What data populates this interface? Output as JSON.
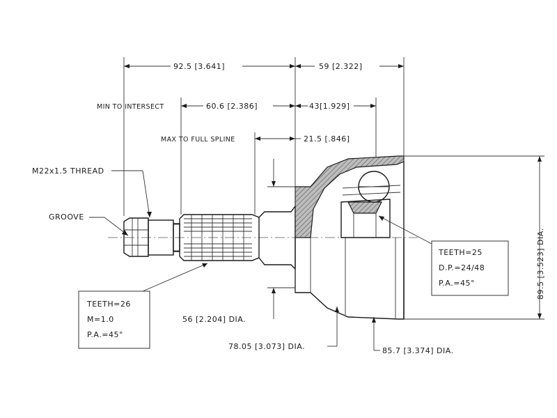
{
  "dimensions": {
    "overall_left": "92.5 [3.641]",
    "overall_right": "59 [2.322]",
    "min_to_intersect_label": "MIN TO INTERSECT",
    "min_to_intersect": "60.6 [2.386]",
    "right_43": "43[1.929]",
    "max_to_full_spline_label": "MAX TO FULL SPLINE",
    "max_to_full_spline": "21.5 [.846]",
    "dia_56": "56 [2.204] DIA.",
    "dia_78": "78.05 [3.073] DIA.",
    "dia_85": "85.7 [3.374] DIA.",
    "dia_89": "89.5 [3.523] DIA."
  },
  "callouts": {
    "thread": "M22x1.5 THREAD",
    "groove": "GROOVE"
  },
  "spec_left": {
    "line1": "TEETH=26",
    "line2": "M=1.0",
    "line3": "P.A.=45°"
  },
  "spec_right": {
    "line1": "TEETH=25",
    "line2": "D.P.=24/48",
    "line3": "P.A.=45°"
  }
}
